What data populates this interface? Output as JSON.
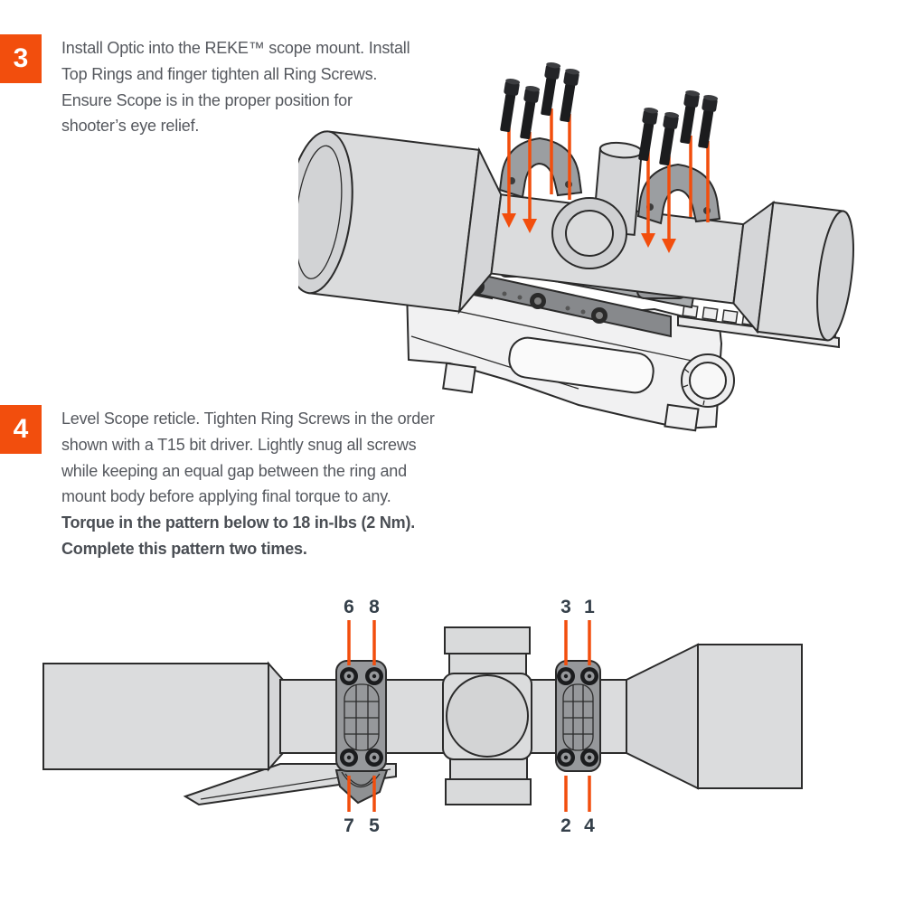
{
  "page": {
    "background": "#ffffff",
    "type": "scope-mount-instruction-manual-page"
  },
  "palette": {
    "accent_orange": "#F24E0D",
    "body_text": "#55585E",
    "bold_text": "#4A4E54",
    "torque_label_color": "#35404A",
    "line_art_stroke": "#2B2B2B",
    "scope_fill": "#DBDCDD",
    "ring_fill": "#96989B",
    "screw_fill": "#1B1C1E"
  },
  "steps": [
    {
      "number": "3",
      "lines": [
        "Install Optic into the REKE™ scope mount. Install",
        "Top Rings and finger tighten all Ring Screws.",
        "Ensure Scope is in the proper position for",
        "shooter’s eye relief."
      ]
    },
    {
      "number": "4",
      "lines": [
        "Level Scope reticle. Tighten Ring Screws in the order",
        "shown with a T15 bit driver. Lightly snug all screws",
        "while keeping an equal gap between the ring and",
        "mount body before applying final torque to any."
      ],
      "bold_lines": [
        "Torque in the pattern below to 18 in-lbs (2 Nm).",
        "Complete this pattern two times."
      ]
    }
  ],
  "torque_pattern": {
    "rear_ring_top": [
      "6",
      "8"
    ],
    "rear_ring_bottom": [
      "7",
      "5"
    ],
    "front_ring_top": [
      "3",
      "1"
    ],
    "front_ring_bottom": [
      "2",
      "4"
    ]
  },
  "diagrams": {
    "top": "scope-and-rings-install-isometric-view",
    "bottom": "torque-sequence-side-view"
  }
}
